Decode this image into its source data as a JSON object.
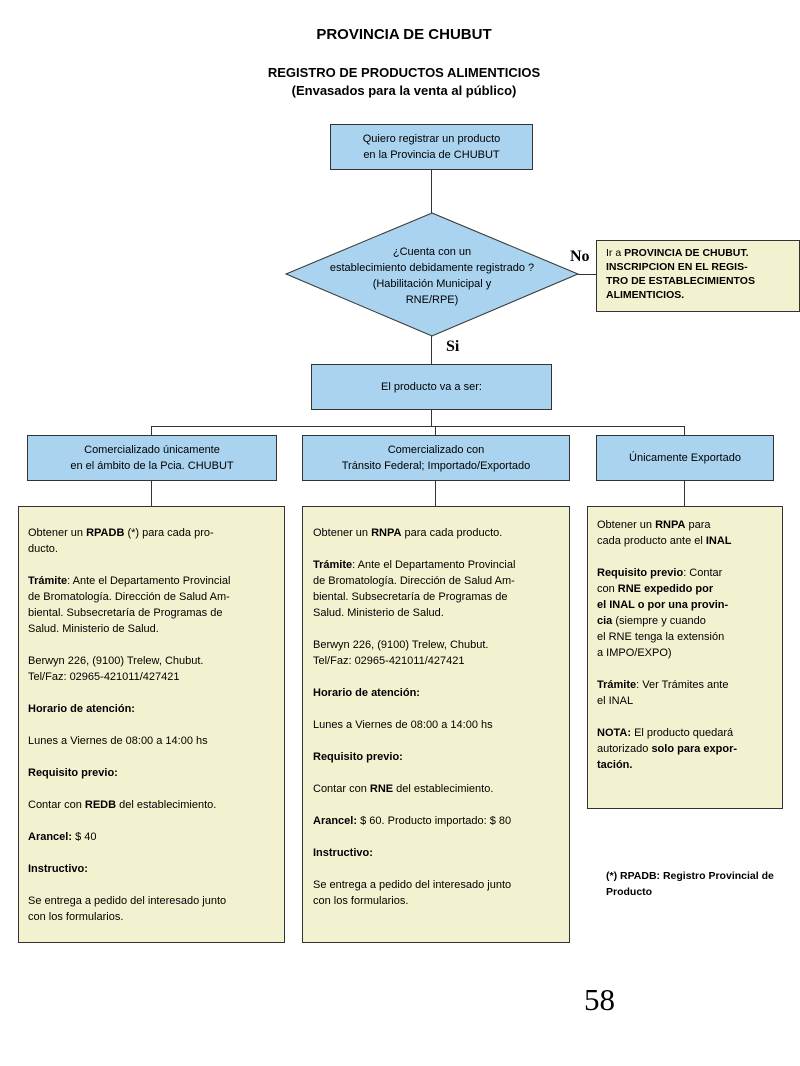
{
  "header": {
    "title": "PROVINCIA DE CHUBUT",
    "subtitle": "REGISTRO DE PRODUCTOS ALIMENTICIOS",
    "subtitle2": "(Envasados para la venta al público)"
  },
  "flow": {
    "start": [
      "Quiero registrar un producto",
      "en la Provincia de CHUBUT"
    ],
    "question": [
      "¿Cuenta con un",
      "establecimiento debidamente registrado ?",
      "(Habilitación Municipal y",
      "RNE/RPE)"
    ],
    "no_label": "No",
    "si_label": "Si",
    "no_box": {
      "line1_prefix": "Ir a ",
      "line1_bold": "PROVINCIA DE CHUBUT.",
      "line2": "INSCRIPCION EN EL REGIS-",
      "line3": "TRO DE ESTABLECIMIENTOS",
      "line4": "ALIMENTICIOS."
    },
    "product": "El producto va a ser:",
    "branch1": [
      "Comercializado únicamente",
      "en el ámbito de la Pcia. CHUBUT"
    ],
    "branch2": [
      "Comercializado con",
      "Tránsito Federal; Importado/Exportado"
    ],
    "branch3": "Únicamente Exportado"
  },
  "col1": {
    "l1a": "Obtener un ",
    "l1b": "RPADB",
    "l1c": " (*) para cada  pro-",
    "l2": "ducto.",
    "tramite_label": "Trámite",
    "tramite_1": ": Ante el Departamento Provincial",
    "tramite_2": "de Bromatología. Dirección de Salud Am-",
    "tramite_3": "biental. Subsecretaría de Programas de",
    "tramite_4": "Salud. Ministerio de Salud.",
    "addr1": "Berwyn 226, (9100) Trelew, Chubut.",
    "addr2": "Tel/Faz: 02965-421011/427421",
    "horario_label": "Horario de atención:",
    "horario": "Lunes a Viernes de 08:00 a 14:00 hs",
    "req_label": "Requisito previo:",
    "req_a": "Contar con ",
    "req_b": "REDB",
    "req_c": " del establecimiento.",
    "arancel_label": "Arancel:",
    "arancel": " $ 40",
    "instr_label": "Instructivo:",
    "instr1": "Se entrega a pedido del interesado junto",
    "instr2": "con los formularios."
  },
  "col2": {
    "l1a": "Obtener un ",
    "l1b": "RNPA",
    "l1c": " para cada producto.",
    "tramite_label": "Trámite",
    "tramite_1": ": Ante el Departamento Provincial",
    "tramite_2": "de Bromatología. Dirección de Salud Am-",
    "tramite_3": "biental. Subsecretaría de Programas de",
    "tramite_4": "Salud. Ministerio de Salud.",
    "addr1": "Berwyn 226, (9100) Trelew, Chubut.",
    "addr2": "Tel/Faz: 02965-421011/427421",
    "horario_label": "Horario de atención:",
    "horario": "Lunes a Viernes de 08:00 a 14:00 hs",
    "req_label": "Requisito previo:",
    "req_a": "Contar con ",
    "req_b": "RNE",
    "req_c": " del establecimiento.",
    "arancel_label": "Arancel:",
    "arancel": " $ 60. Producto importado: $ 80",
    "instr_label": "Instructivo:",
    "instr1": "Se entrega a pedido del interesado junto",
    "instr2": "con los formularios."
  },
  "col3": {
    "l1a": "Obtener un  ",
    "l1b": "RNPA",
    "l1c": " para",
    "l2a": "cada producto ante el ",
    "l2b": "INAL",
    "req_label": "Requisito previo",
    "req_1": ": Contar",
    "req_2a": "con ",
    "req_2b": "RNE expedido por",
    "req_3": "el INAL o por una provin-",
    "req_4a": "cia",
    "req_4b": " (siempre y cuando",
    "req_5": "el RNE tenga la extensión",
    "req_6": "a IMPO/EXPO)",
    "tramite_label": "Trámite",
    "tramite_1": ": Ver Trámites ante",
    "tramite_2": " el INAL",
    "nota_label": "NOTA:",
    "nota_1": " El producto quedará",
    "nota_2a": "autorizado ",
    "nota_2b": "solo para expor-",
    "nota_3": "tación."
  },
  "footnote": {
    "line1": "(*) RPADB:  Registro Provincial de",
    "line2": "Producto"
  },
  "page_number": "58"
}
